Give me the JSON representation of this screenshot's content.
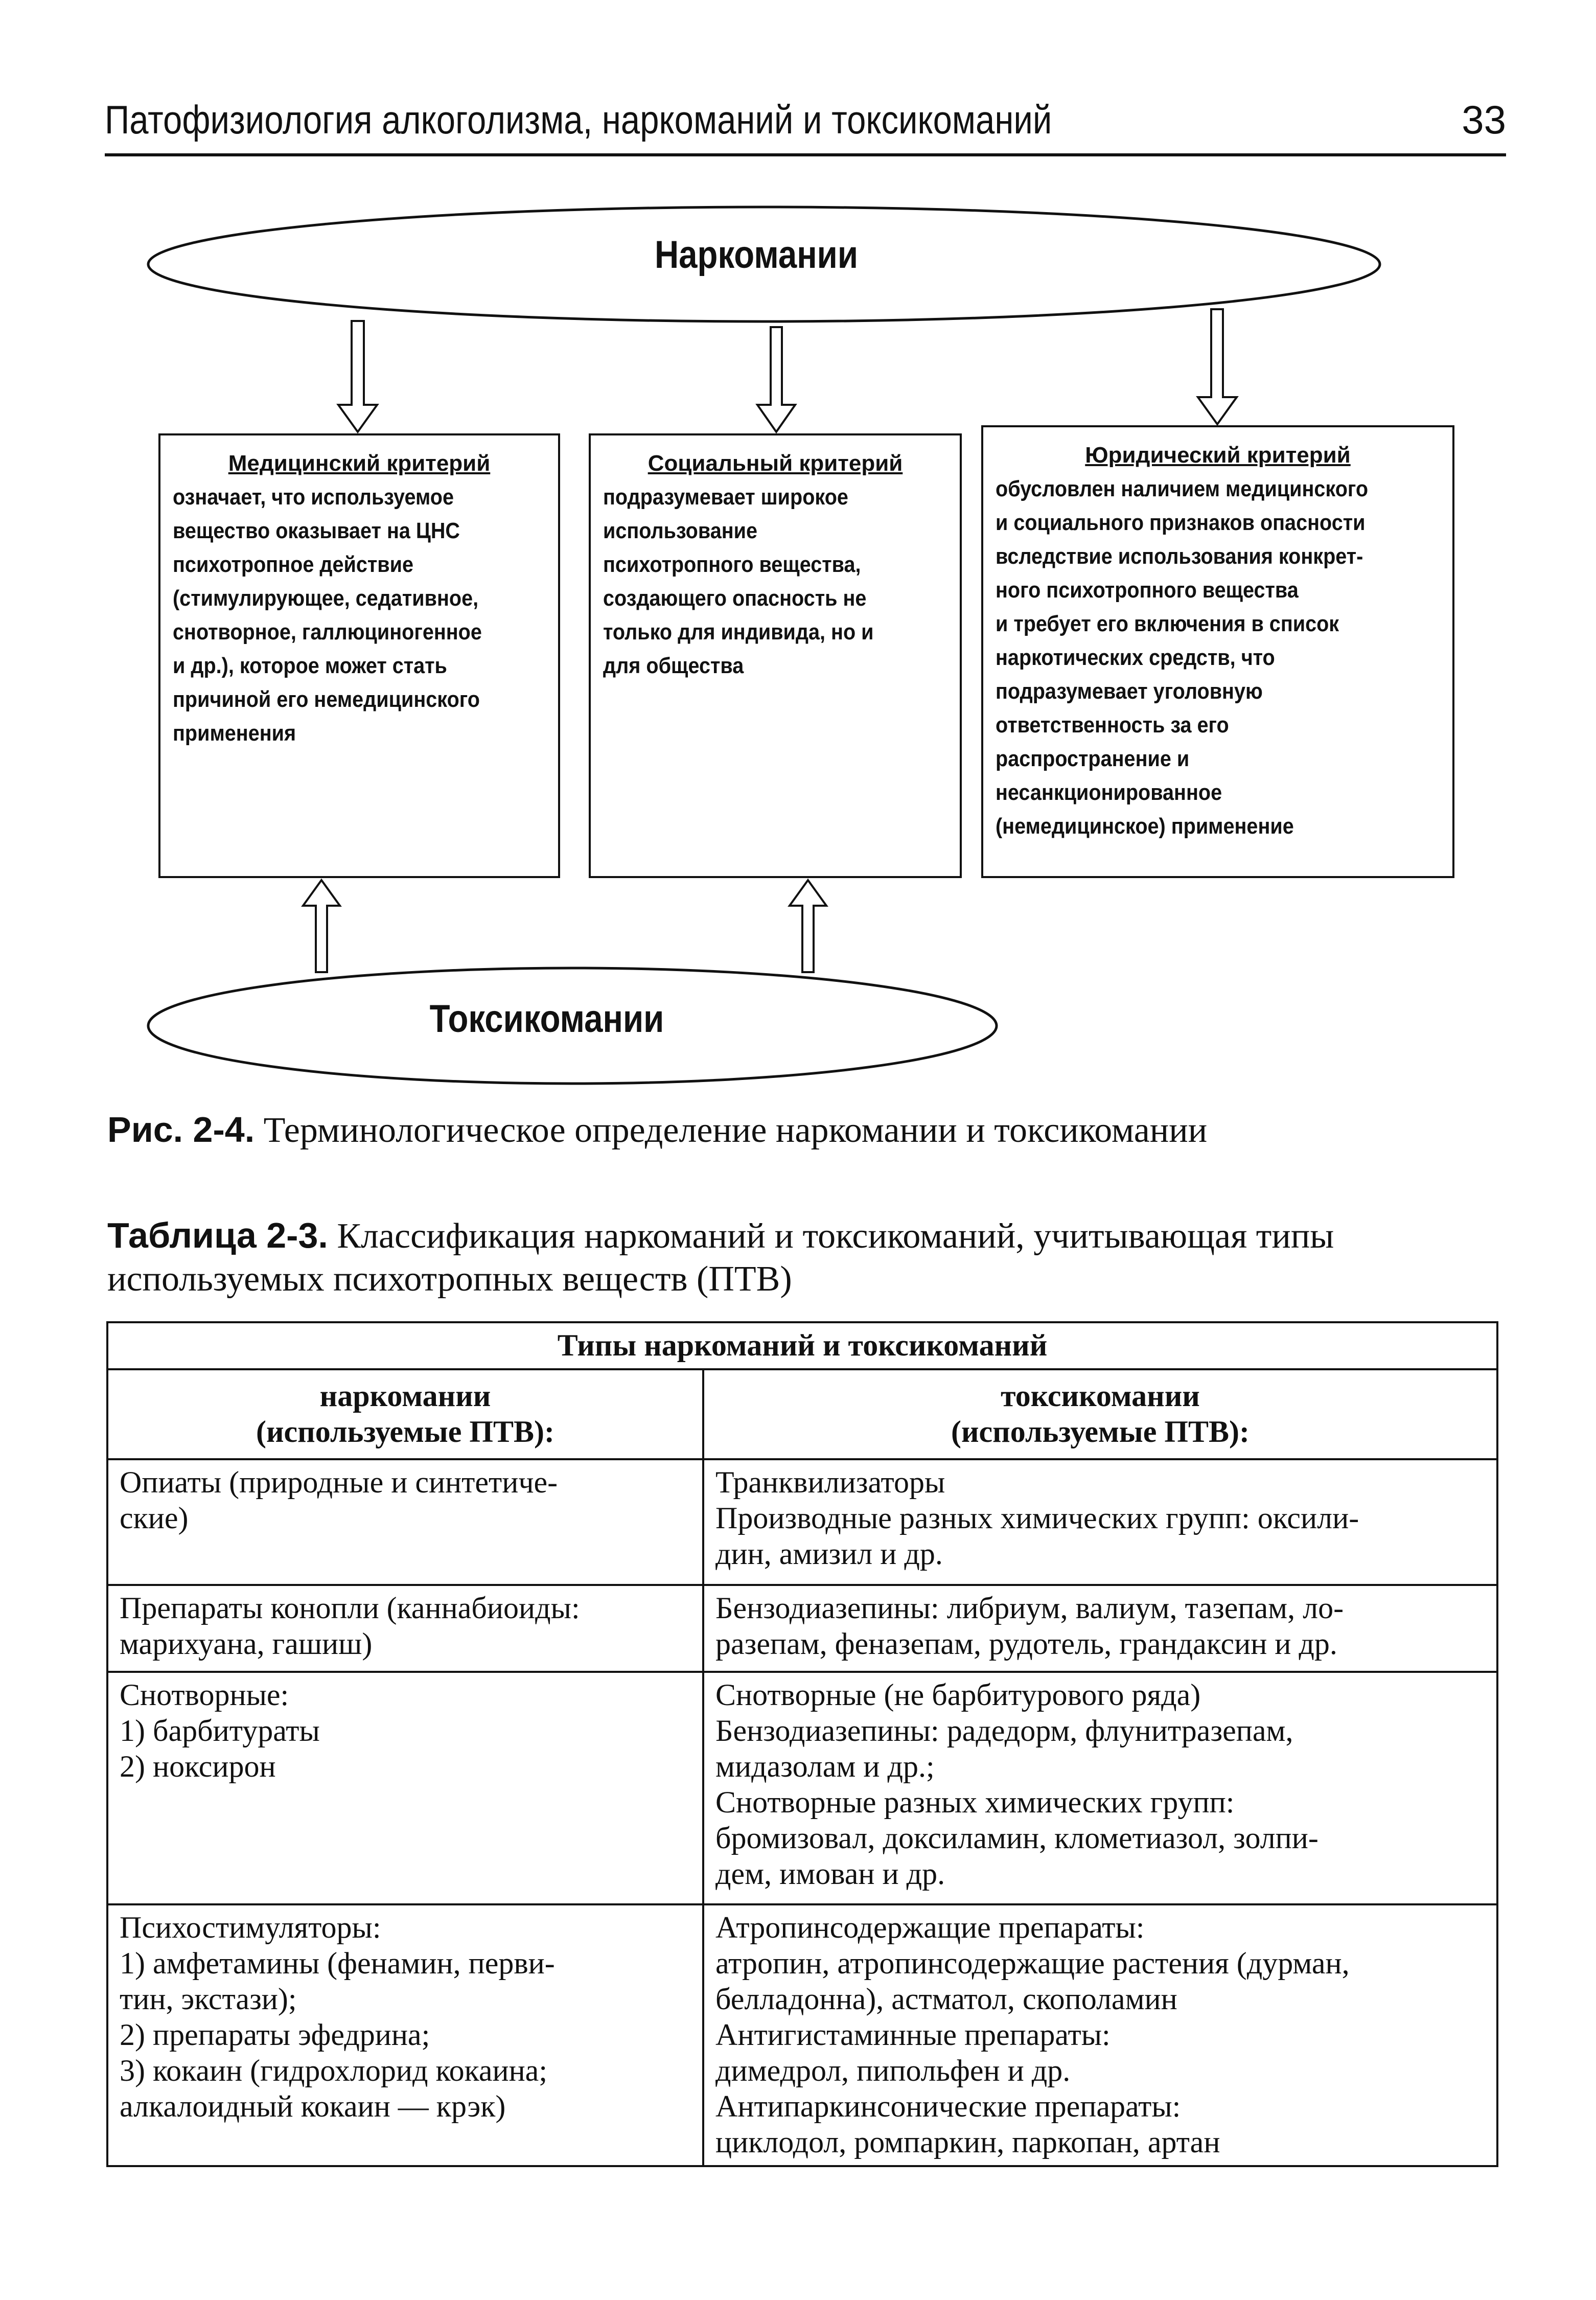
{
  "header": {
    "title": "Патофизиология алкоголизма, наркоманий и токсикоманий",
    "page_number": "33"
  },
  "diagram": {
    "top_ellipse": "Наркомании",
    "bottom_ellipse": "Токсикомании",
    "criteria": [
      {
        "heading": "Медицинский критерий",
        "text": "означает, что используемое\nвещество оказывает на ЦНС\nпсихотропное действие\n(стимулирующее, седативное,\nснотворное, галлюциногенное\nи др.), которое может стать\nпричиной его немедицинского\nприменения"
      },
      {
        "heading": "Социальный критерий",
        "text": "подразумевает широкое\nиспользование\nпсихотропного вещества,\nсоздающего опасность не\nтолько для индивида, но и\nдля общества"
      },
      {
        "heading": "Юридический критерий",
        "text": "обусловлен наличием медицинского\nи социального признаков опасности\nвследствие использования конкрет-\nного психотропного вещества\nи требует его включения в список\nнаркотических средств, что\nподразумевает уголовную\nответственность за его\nраспространение и\nнесанкционированное\n(немедицинское) применение"
      }
    ]
  },
  "figure_caption": {
    "label": "Рис. 2-4.",
    "text": " Терминологическое определение наркомании и токсикомании"
  },
  "table_caption": {
    "label": "Таблица 2-3.",
    "text": " Классификация наркоманий и токсикоманий, учитывающая типы используемых психотропных веществ (ПТВ)"
  },
  "table": {
    "title": "Типы наркоманий и токсикоманий",
    "columns": [
      "наркомании\n(используемые ПТВ):",
      "токсикомании\n(используемые ПТВ):"
    ],
    "rows": [
      [
        "Опиаты (природные и синтетиче-\nские)",
        "Транквилизаторы\nПроизводные разных химических групп: оксили-\nдин, амизил и др."
      ],
      [
        "Препараты конопли (каннабиоиды:\nмарихуана, гашиш)",
        "Бензодиазепины: либриум, валиум, тазепам, ло-\nразепам, феназепам, рудотель, грандаксин и др."
      ],
      [
        "Снотворные:\n1) барбитураты\n2) ноксирон",
        "Снотворные (не барбитурового ряда)\nБензодиазепины: радедорм, флунитразепам,\nмидазолам и др.;\nСнотворные разных химических групп:\nбромизовал, доксиламин, клометиазол, золпи-\nдем, имован и др."
      ],
      [
        "Психостимуляторы:\n1) амфетамины (фенамин, перви-\nтин, экстази);\n2) препараты эфедрина;\n3) кокаин (гидрохлорид кокаина;\nалкалоидный кокаин — крэк)",
        "Атропинсодержащие препараты:\nатропин, атропинсодержащие растения (дурман,\nбелладонна), астматол, скополамин\nАнтигистаминные препараты:\nдимедрол, пипольфен и др.\nАнтипаркинсонические препараты:\nциклодол, ромпаркин, паркопан, артан"
      ]
    ]
  }
}
